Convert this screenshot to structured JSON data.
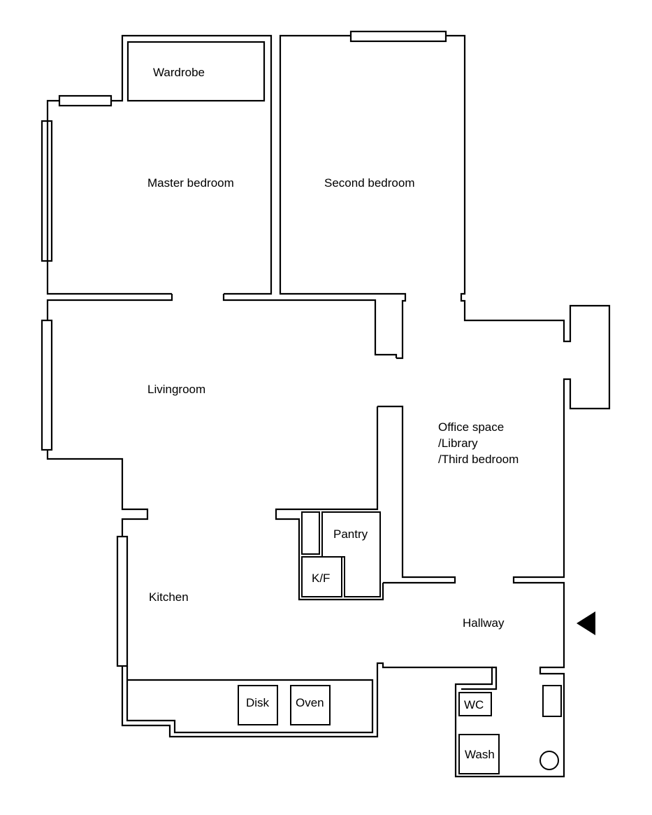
{
  "rooms": {
    "wardrobe": "Wardrobe",
    "master_bedroom": "Master bedroom",
    "second_bedroom": "Second bedroom",
    "livingroom": "Livingroom",
    "office_line1": "Office space",
    "office_line2": "/Library",
    "office_line3": "/Third bedroom",
    "pantry": "Pantry",
    "kf": "K/F",
    "kitchen": "Kitchen",
    "hallway": "Hallway",
    "disk": "Disk",
    "oven": "Oven",
    "wc": "WC",
    "wash": "Wash"
  },
  "icons": {
    "entrance": "entrance-arrow-icon",
    "sink": "round-sink-icon"
  },
  "colors": {
    "line": "#000000",
    "background": "#ffffff"
  }
}
